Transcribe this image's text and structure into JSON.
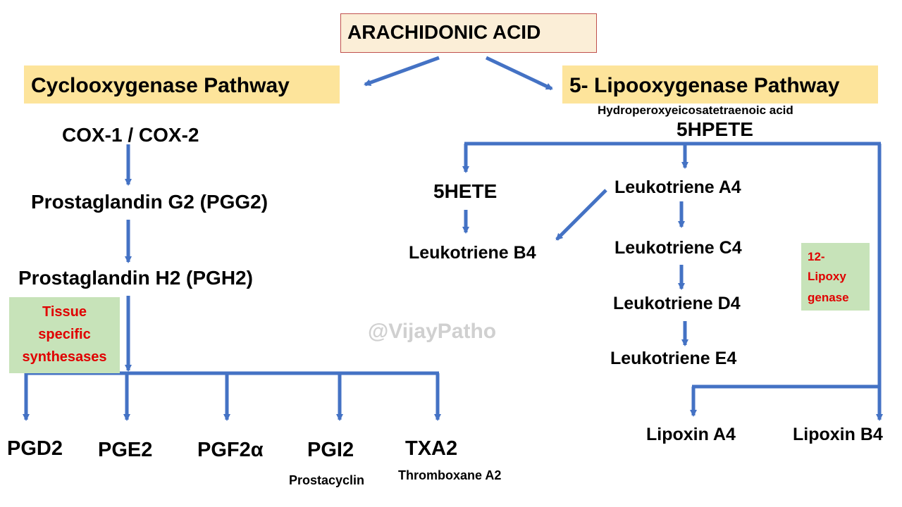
{
  "title": "ARACHIDONIC ACID",
  "cox": {
    "pathway": "Cyclooxygenase Pathway",
    "enzyme": "COX-1 / COX-2",
    "pgg2": "Prostaglandin G2 (PGG2)",
    "pgh2": "Prostaglandin H2 (PGH2)",
    "synthase_note": [
      "Tissue",
      "specific",
      "synthesases"
    ],
    "products": [
      {
        "label": "PGD2",
        "sub": ""
      },
      {
        "label": "PGE2",
        "sub": ""
      },
      {
        "label": "PGF2α",
        "sub": ""
      },
      {
        "label": "PGI2",
        "sub": "Prostacyclin"
      },
      {
        "label": "TXA2",
        "sub": "Thromboxane A2"
      }
    ]
  },
  "lox": {
    "pathway": "5- Lipooxygenase Pathway",
    "hpete_full": "Hydroperoxyeicosatetraenoic acid",
    "hpete": "5HPETE",
    "hete": "5HETE",
    "ltb4": "Leukotriene B4",
    "lta4": "Leukotriene A4",
    "ltc4": "Leukotriene C4",
    "ltd4": "Leukotriene D4",
    "lte4": "Leukotriene E4",
    "lipoxygenase_note": [
      "12-",
      "Lipoxy",
      "genase"
    ],
    "lipoxin_a4": "Lipoxin A4",
    "lipoxin_b4": "Lipoxin B4"
  },
  "watermark": "@VijayPatho",
  "colors": {
    "arrow": "#4472c4",
    "title_fill": "#fbeed7",
    "title_border": "#c0504d",
    "pathway_fill": "#fde49b",
    "note_fill": "#c7e3b9",
    "note_text": "#e00000",
    "watermark": "#d0d0d0"
  }
}
